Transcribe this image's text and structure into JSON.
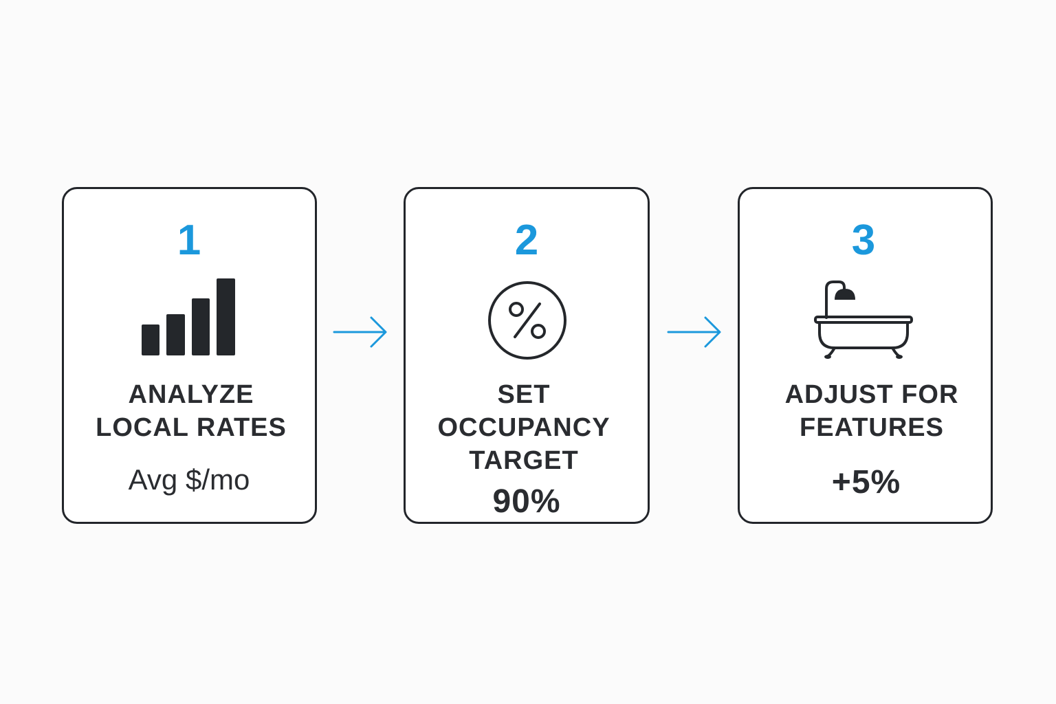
{
  "colors": {
    "accent": "#1b98dc",
    "text": "#2a2c30",
    "border": "#22252a",
    "background": "#fbfbfb",
    "card": "#ffffff"
  },
  "steps": [
    {
      "number": "1",
      "icon": "bar-chart-icon",
      "title_lines": [
        "ANALYZE",
        "LOCAL RATES"
      ],
      "value": "Avg $/mo"
    },
    {
      "number": "2",
      "icon": "percent-circle-icon",
      "title_lines": [
        "SET",
        "OCCUPANCY",
        "TARGET"
      ],
      "value": "90%"
    },
    {
      "number": "3",
      "icon": "bathtub-icon",
      "title_lines": [
        "ADJUST FOR",
        "FEATURES"
      ],
      "value": "+5%"
    }
  ],
  "connectors": [
    {
      "icon": "arrow-right-icon"
    },
    {
      "icon": "arrow-right-icon"
    }
  ]
}
